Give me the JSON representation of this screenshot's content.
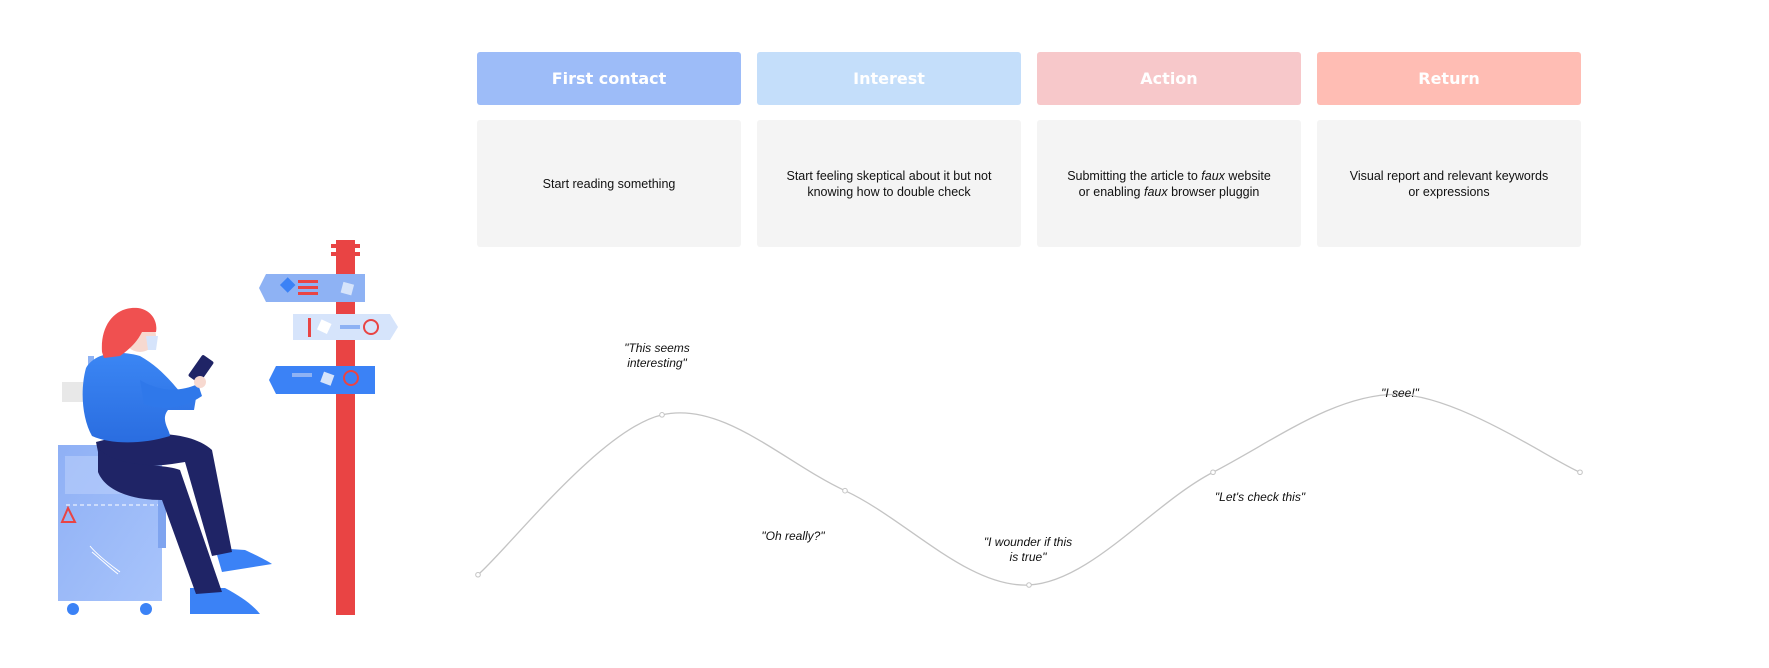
{
  "stages": [
    {
      "label": "First contact",
      "color": "#9dbcf8"
    },
    {
      "label": "Interest",
      "color": "#c4defa"
    },
    {
      "label": "Action",
      "color": "#f7c8ca"
    },
    {
      "label": "Return",
      "color": "#ffbdb4"
    }
  ],
  "cards": [
    {
      "pre": "Start reading something",
      "em": "",
      "mid": "",
      "em2": "",
      "post": ""
    },
    {
      "pre": "Start feeling skeptical about it but not knowing how to double check",
      "em": "",
      "mid": "",
      "em2": "",
      "post": ""
    },
    {
      "pre": "Submitting the article to ",
      "em": "faux",
      "mid": " website or enabling ",
      "em2": "faux",
      "post": " browser pluggin"
    },
    {
      "pre": "Visual report and relevant keywords or expressions",
      "em": "",
      "mid": "",
      "em2": "",
      "post": ""
    }
  ],
  "quotes": [
    {
      "line1": "\"This seems",
      "line2": "interesting\""
    },
    {
      "line1": "\"Oh really?\"",
      "line2": ""
    },
    {
      "line1": "\"I wounder if this",
      "line2": "is true\""
    },
    {
      "line1": "\"Let's check this\"",
      "line2": ""
    },
    {
      "line1": "\"I see!\"",
      "line2": ""
    }
  ],
  "curve": {
    "stroke": "#c4c4c4",
    "levels": [
      0.05,
      0.83,
      0.46,
      0.0,
      0.55,
      0.93,
      0.55
    ]
  },
  "colors": {
    "pole": "#e94444",
    "sign_dark": "#3b82f6",
    "sign_mid": "#8eb2f4",
    "sign_light": "#d6e4fb",
    "navy": "#1f2466",
    "hair": "#f05050",
    "suitcase": "#98b8f7"
  },
  "illustration_icons": [
    "signpost-icon",
    "woman-reading-phone-icon",
    "suitcase-icon"
  ]
}
